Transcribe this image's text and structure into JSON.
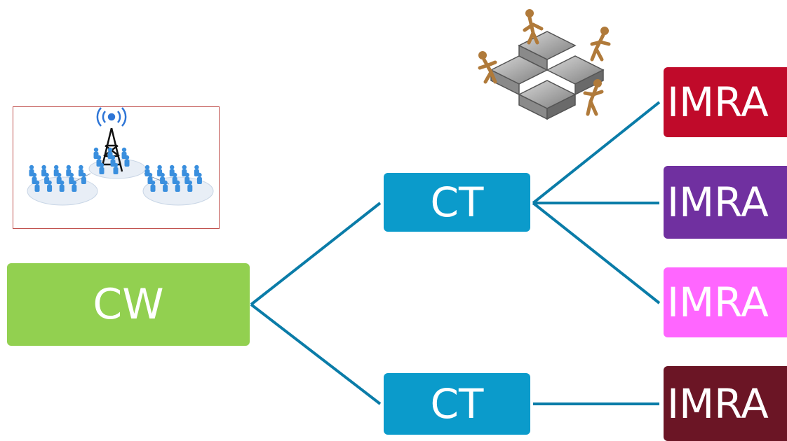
{
  "nodes": {
    "cw": {
      "label": "CW",
      "color": "#92d050"
    },
    "ct_top": {
      "label": "CT",
      "color": "#0b9bcb"
    },
    "ct_bottom": {
      "label": "CT",
      "color": "#0b9bcb"
    },
    "imra_1": {
      "label": "IMRA",
      "color": "#c00a2a"
    },
    "imra_2": {
      "label": "IMRA",
      "color": "#7030a0"
    },
    "imra_3": {
      "label": "IMRA",
      "color": "#ff66ff"
    },
    "imra_4": {
      "label": "IMRA",
      "color": "#6b1525"
    }
  },
  "edges": [
    {
      "from": "cw",
      "to": "ct_top"
    },
    {
      "from": "cw",
      "to": "ct_bottom"
    },
    {
      "from": "ct_top",
      "to": "imra_1"
    },
    {
      "from": "ct_top",
      "to": "imra_2"
    },
    {
      "from": "ct_top",
      "to": "imra_3"
    },
    {
      "from": "ct_bottom",
      "to": "imra_4"
    }
  ],
  "connector_color": "#0a7ca8",
  "images": {
    "network": {
      "icon": "broadcast-tower-network-icon",
      "border_color": "#c0504d"
    },
    "puzzle": {
      "icon": "puzzle-teamwork-icon"
    }
  }
}
